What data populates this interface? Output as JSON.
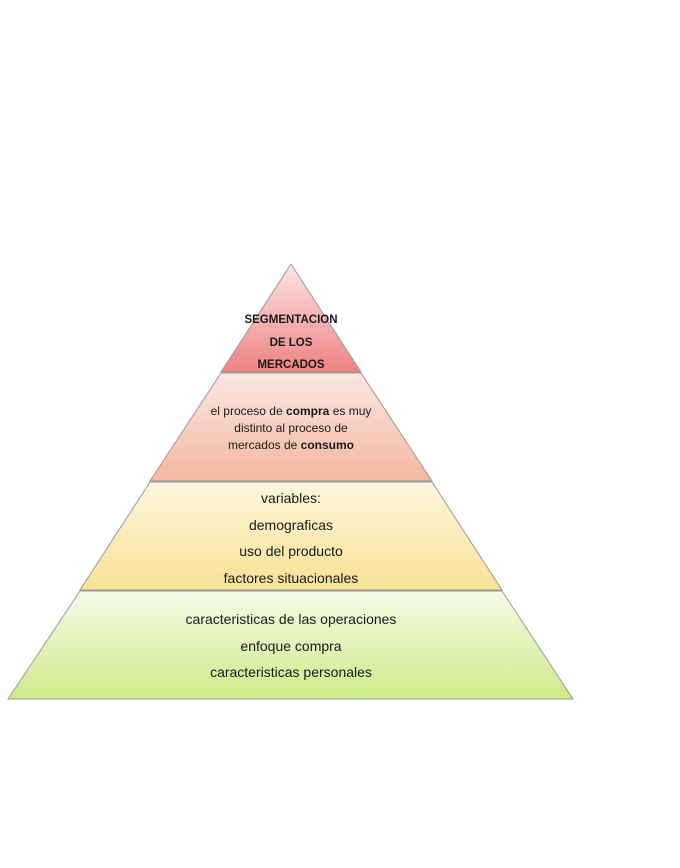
{
  "pyramid": {
    "levels": [
      {
        "lines": [
          "SEGMENTACION",
          "DE LOS",
          "MERCADOS"
        ],
        "gradient_top": "#fde4e4",
        "gradient_bottom": "#ee8383"
      },
      {
        "line1_a": "el proceso de ",
        "line1_b": "compra",
        "line1_c": " es muy",
        "line2": "distinto al proceso de",
        "line3_a": "mercados de ",
        "line3_b": "consumo",
        "gradient_top": "#fbe7e2",
        "gradient_bottom": "#f3b79f"
      },
      {
        "lines": [
          "variables:",
          "demograficas",
          "uso del producto",
          "factores situacionales"
        ],
        "gradient_top": "#fdf6dc",
        "gradient_bottom": "#f8e295"
      },
      {
        "lines": [
          "caracteristicas de las operaciones",
          "enfoque compra",
          "caracteristicas personales"
        ],
        "gradient_top": "#f5fbe8",
        "gradient_bottom": "#cdeb8a"
      }
    ],
    "edge_color": "#9a9a9a"
  }
}
